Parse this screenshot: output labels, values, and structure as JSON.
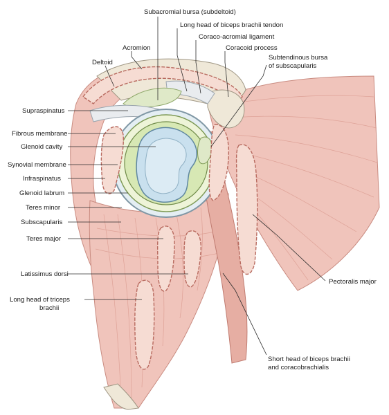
{
  "labels": {
    "subacromial_bursa": "Subacromial bursa (subdeltoid)",
    "long_head_biceps_tendon": "Long head of biceps brachii tendon",
    "coraco_acromial_ligament": "Coraco-acromial ligament",
    "coracoid_process": "Coracoid process",
    "acromion": "Acromion",
    "deltoid": "Deltoid",
    "subtendinous_bursa_line1": "Subtendinous bursa",
    "subtendinous_bursa_line2": "of subscapularis",
    "supraspinatus": "Supraspinatus",
    "fibrous_membrane": "Fibrous membrane",
    "glenoid_cavity": "Glenoid cavity",
    "synovial_membrane": "Synovial membrane",
    "infraspinatus": "Infraspinatus",
    "glenoid_labrum": "Glenoid labrum",
    "teres_minor": "Teres minor",
    "subscapularis": "Subscapularis",
    "teres_major": "Teres major",
    "latissimus_dorsi": "Latissimus dorsi",
    "long_head_triceps_line1": "Long head of triceps",
    "long_head_triceps_line2": "brachii",
    "pectoralis_major": "Pectoralis major",
    "short_head_biceps_line1": "Short head of biceps brachii",
    "short_head_biceps_line2": "and coracobrachialis"
  },
  "colors": {
    "muscle": "#f0c4bb",
    "cartilage": "#c9e0ee",
    "labrum": "#d7e8b4",
    "bursa": "#dfe9c8",
    "bone": "#efe8d8"
  }
}
